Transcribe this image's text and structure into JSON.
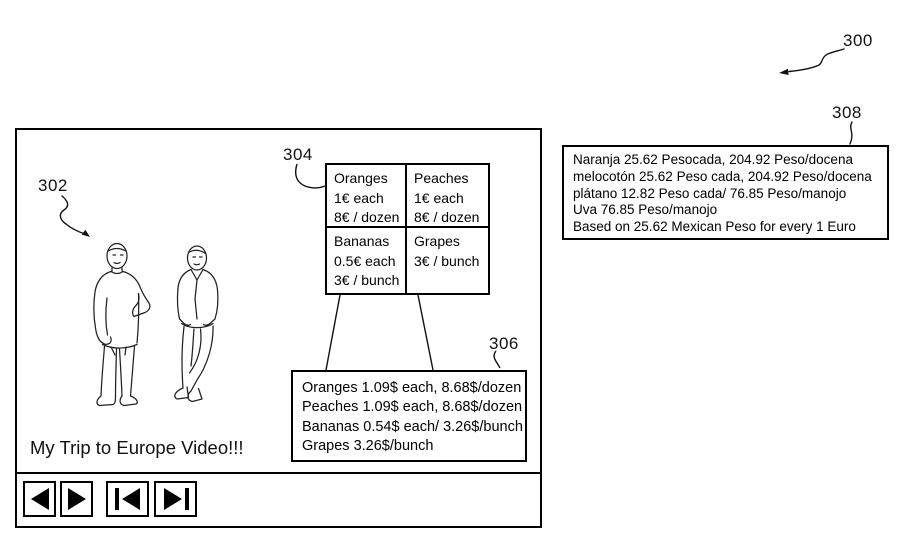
{
  "figure": {
    "refs": {
      "diagram": "300",
      "video_content": "302",
      "euro_price_table": "304",
      "usd_price_box": "306",
      "peso_price_box": "308"
    }
  },
  "player": {
    "title": "My Trip to Europe Video!!!",
    "controls": [
      {
        "name": "step-back",
        "icon": "left-triangle-icon"
      },
      {
        "name": "play",
        "icon": "right-triangle-icon"
      },
      {
        "name": "skip-to-start",
        "icon": "bar-left-triangle-icon"
      },
      {
        "name": "skip-to-end",
        "icon": "right-triangle-bar-icon"
      }
    ]
  },
  "euro_price_table": {
    "cells": [
      {
        "lines": [
          "Oranges",
          "1€ each",
          "8€ / dozen"
        ]
      },
      {
        "lines": [
          "Peaches",
          "1€ each",
          "8€ / dozen"
        ]
      },
      {
        "lines": [
          "Bananas",
          "0.5€ each",
          "3€ / bunch"
        ]
      },
      {
        "lines": [
          "Grapes",
          "3€ / bunch"
        ]
      }
    ]
  },
  "usd_price_box": {
    "lines": [
      "Oranges 1.09$ each, 8.68$/dozen",
      "Peaches 1.09$ each, 8.68$/dozen",
      "Bananas 0.54$ each/ 3.26$/bunch",
      "Grapes 3.26$/bunch"
    ]
  },
  "peso_price_box": {
    "lines": [
      "Naranja 25.62 Pesocada, 204.92 Peso/docena",
      "melocotón 25.62 Peso cada, 204.92 Peso/docena",
      "plátano 12.82 Peso cada/ 76.85 Peso/manojo",
      "Uva 76.85 Peso/manojo",
      "Based on 25.62 Mexican Peso for every 1 Euro"
    ]
  },
  "colors": {
    "ink": "#000000",
    "paper": "#ffffff"
  }
}
